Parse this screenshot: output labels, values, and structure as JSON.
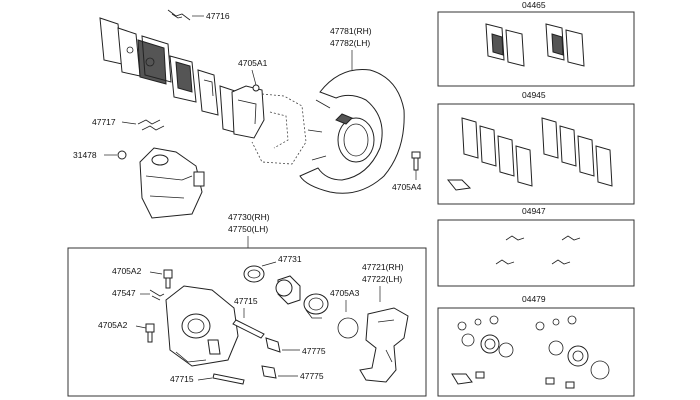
{
  "labels": {
    "p47716": "47716",
    "p4705A1": "4705A1",
    "p47781": "47781(RH)",
    "p47782": "47782(LH)",
    "p47717": "47717",
    "p31478": "31478",
    "p4705A4": "4705A4",
    "p47730": "47730(RH)",
    "p47750": "47750(LH)",
    "p4705A2a": "4705A2",
    "p47547": "47547",
    "p4705A2b": "4705A2",
    "p47731": "47731",
    "p47715a": "47715",
    "p4705A3": "4705A3",
    "p47721": "47721(RH)",
    "p47722": "47722(LH)",
    "p47775a": "47775",
    "p47715b": "47715",
    "p47775b": "47775"
  },
  "kits": [
    {
      "code": "04465"
    },
    {
      "code": "04945"
    },
    {
      "code": "04947"
    },
    {
      "code": "04479"
    }
  ],
  "colors": {
    "line": "#222222",
    "background": "#ffffff"
  }
}
